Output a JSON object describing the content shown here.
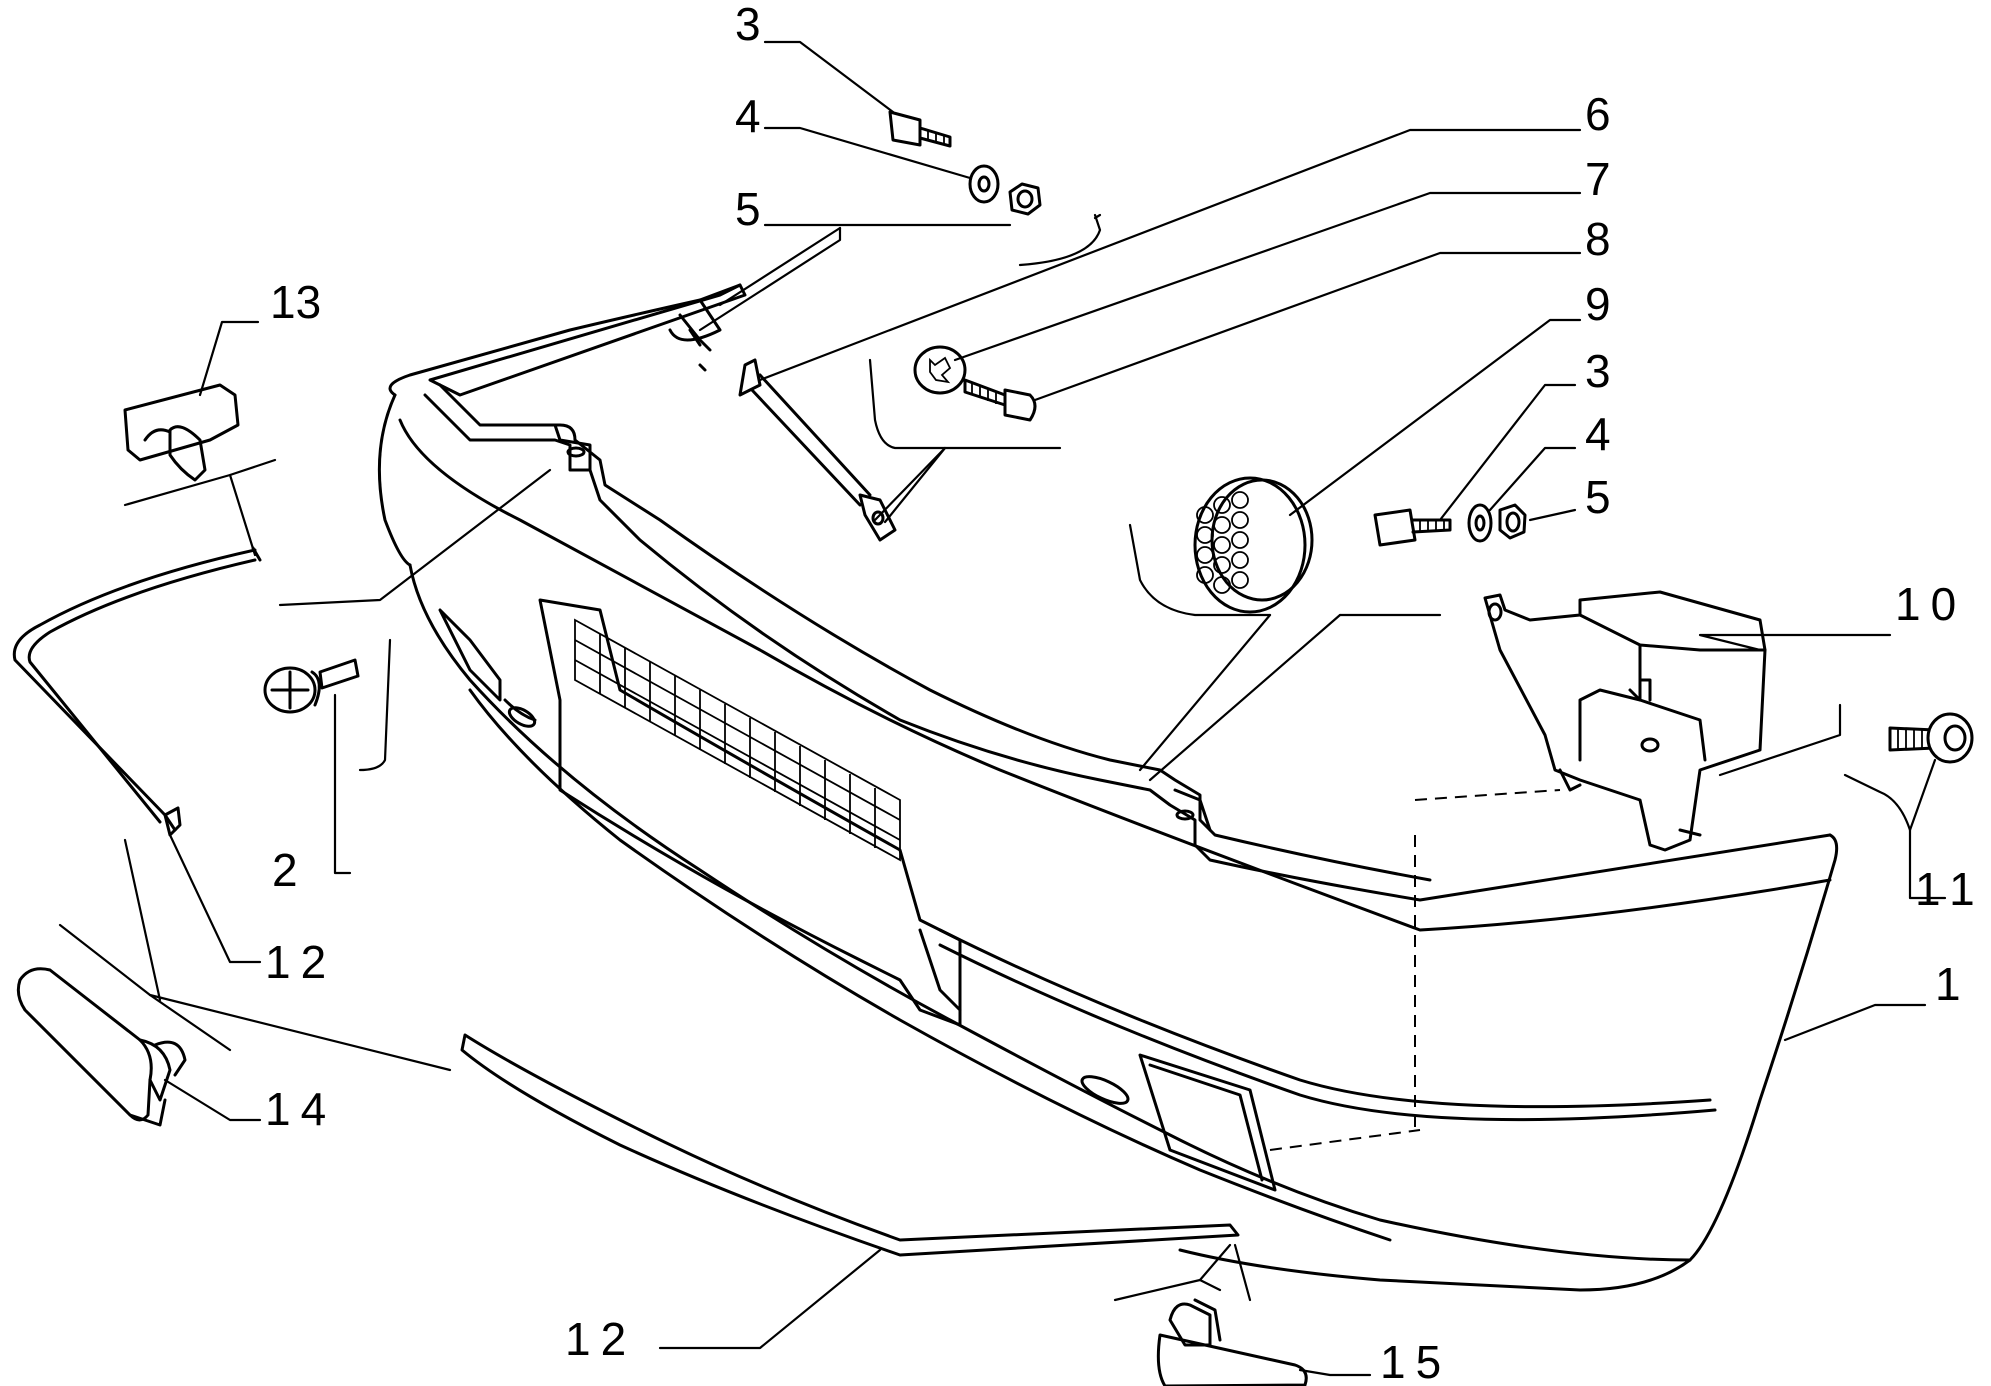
{
  "callouts": {
    "c3a": "3",
    "c4a": "4",
    "c5a": "5",
    "c6": "6",
    "c7": "7",
    "c8": "8",
    "c9": "9",
    "c3b": "3",
    "c4b": "4",
    "c5b": "5",
    "c10": "10",
    "c13": "13",
    "c2": "2",
    "c12a": "12",
    "c11": "11",
    "c1": "1",
    "c14": "14",
    "c12b": "12",
    "c15": "15"
  }
}
